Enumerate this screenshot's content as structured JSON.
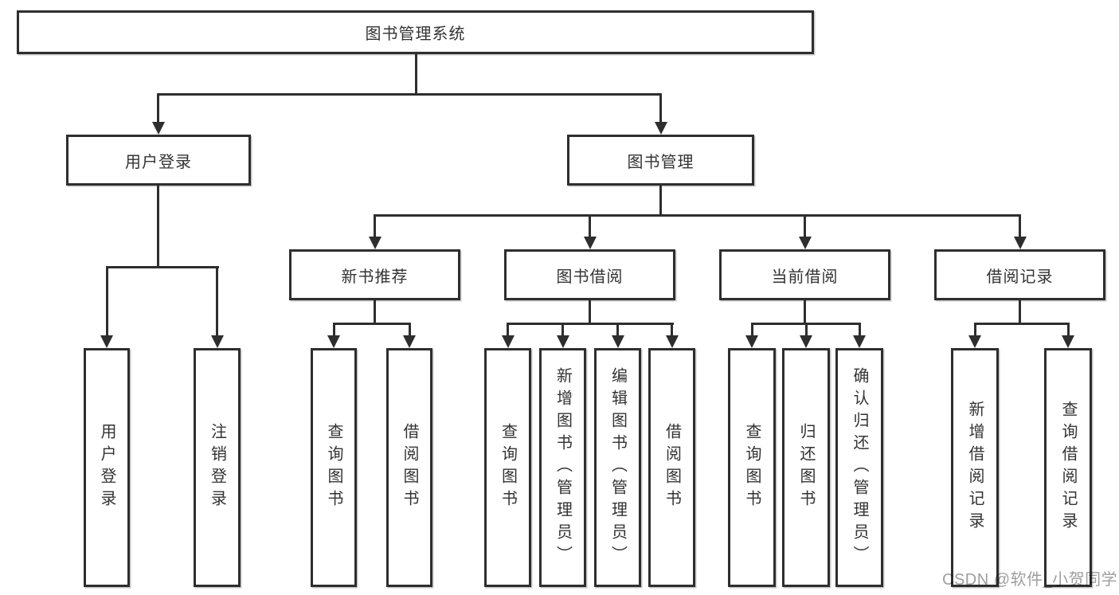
{
  "diagram": {
    "title": "图书管理系统",
    "watermark": "CSDN @软件_小贺同学",
    "colors": {
      "line": "#2e2e2e",
      "box_border": "#2e2e2e",
      "box_background": "#ffffff",
      "text": "#333333",
      "watermark": "#9e9e9e",
      "background": "#ffffff"
    },
    "tree": {
      "root": "图书管理系统",
      "branches": [
        {
          "label": "用户登录",
          "leaves": [
            "用户登录",
            "注销登录"
          ]
        },
        {
          "label": "图书管理",
          "children": [
            {
              "label": "新书推荐",
              "leaves": [
                "查询图书",
                "借阅图书"
              ]
            },
            {
              "label": "图书借阅",
              "leaves": [
                "查询图书",
                "新增图书（管理员）",
                "编辑图书（管理员）",
                "借阅图书"
              ]
            },
            {
              "label": "当前借阅",
              "leaves": [
                "查询图书",
                "归还图书",
                "确认归还（管理员）"
              ]
            },
            {
              "label": "借阅记录",
              "leaves": [
                "新增借阅记录",
                "查询借阅记录"
              ]
            }
          ]
        }
      ]
    }
  }
}
